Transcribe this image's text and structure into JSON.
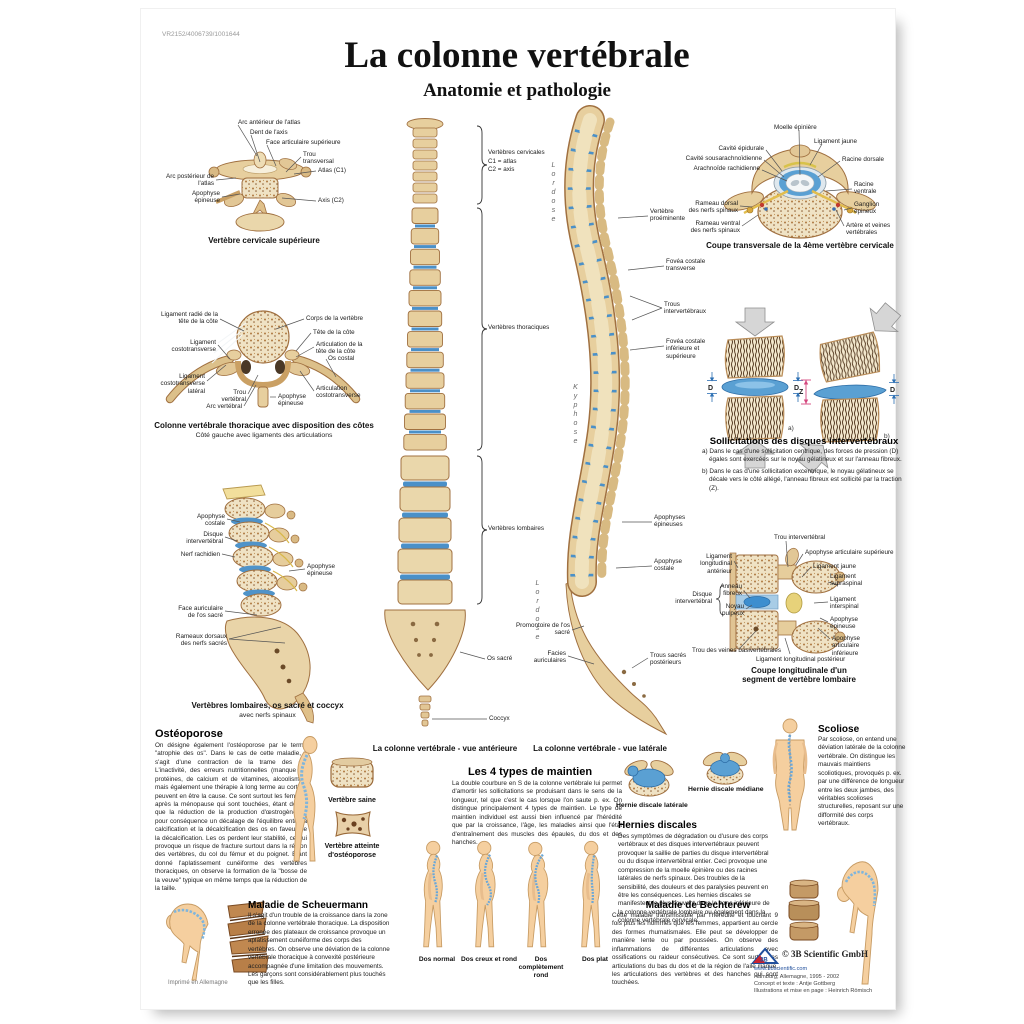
{
  "poster": {
    "code": "VR2152/4006739/1001644",
    "title": "La colonne vertébrale",
    "subtitle": "Anatomie et pathologie",
    "printed_note": "Imprimé en Allemagne"
  },
  "fig_cervical": {
    "caption": "Vertèbre cervicale supérieure",
    "labels": {
      "arc_anterieur": "Arc antérieur de l'atlas",
      "dent_axis": "Dent de l'axis",
      "face_articulaire": "Face articulaire supérieure",
      "trou_transversal": "Trou transversal",
      "atlas": "Atlas (C1)",
      "arc_posterieur": "Arc postérieur de l'atlas",
      "apophyse_epineuse": "Apophyse épineuse",
      "axis": "Axis (C2)"
    }
  },
  "fig_anterior_spine": {
    "caption": "La colonne vertébrale - vue antérieure",
    "labels": {
      "cervicales": "Vertèbres cervicales",
      "c1": "C1 = atlas",
      "c2": "C2 = axis",
      "thoraciques": "Vertèbres thoraciques",
      "lombaires": "Vertèbres lombaires",
      "os_sacre": "Os sacré",
      "coccyx": "Coccyx"
    }
  },
  "fig_lateral_spine": {
    "caption": "La colonne vertébrale - vue latérale",
    "labels": {
      "lordose_cervicale": "Lordose",
      "vertebre_proeminente": "Vertèbre proéminente",
      "fovea_transverse": "Fovéa costale transverse",
      "trous_intervertebraux": "Trous intervertébraux",
      "fovea_inf_sup": "Fovéa costale inférieure et supérieure",
      "kyphose": "Kyphose",
      "apophyses_epineuses": "Apophyses épineuses",
      "apophyse_costale": "Apophyse costale",
      "lordose_lombaire": "Lordose",
      "promontoire": "Promontoire de l'os sacré",
      "facies_auriculaire": "Facies auriculaires",
      "trous_sacres": "Trous sacrés postérieurs"
    }
  },
  "fig_cross_section": {
    "caption": "Coupe transversale de la 4ème vertèbre cervicale",
    "labels": {
      "moelle": "Moelle épinière",
      "ligament_jaune": "Ligament jaune",
      "cavite_epidurale": "Cavité épidurale",
      "cavite_sousarachnoidienne": "Cavité sousarachnoïdienne",
      "arachnoide": "Arachnoïde rachidienne",
      "racine_dorsale": "Racine dorsale",
      "racine_ventrale": "Racine ventrale",
      "ganglion": "Ganglion épineux",
      "rameau_dorsal": "Rameau dorsal des nerfs spinaux",
      "rameau_ventral": "Rameau ventral des nerfs spinaux",
      "artere_veines": "Artère et veines vertébrales"
    }
  },
  "fig_thoracic": {
    "caption": "Colonne vertébrale thoracique avec disposition des côtes",
    "subcaption": "Côté gauche avec ligaments des articulations",
    "labels": {
      "lig_radie": "Ligament radié de la tête de la côte",
      "lig_costotransverse": "Ligament costotransverse",
      "lig_costo_lateral": "Ligament costotransverse latéral",
      "trou_vertebral": "Trou vertébral",
      "arc_vertebral": "Arc vertébral",
      "corps": "Corps de la vertèbre",
      "tete_cote": "Tête de la côte",
      "articulation_tete": "Articulation de la tête de la côte",
      "os_costal": "Os costal",
      "articulation_costo": "Articulation costotransverse",
      "apophyse_epineuse": "Apophyse épineuse"
    }
  },
  "fig_discs": {
    "heading": "Sollicitations des disques intervertébraux",
    "para_a": "a) Dans le cas d'une sollicitation centrique, des forces de pression (D) égales sont exercées sur le noyau gélatineux et sur l'anneau fibreux.",
    "para_b": "b) Dans le cas d'une sollicitation excentrique, le noyau gélatineux se décale vers le côté allégé, l'anneau fibreux est sollicité par la traction (Z).",
    "marker_d": "D",
    "marker_z": "Z",
    "marker_a": "a)",
    "marker_b": "b)"
  },
  "fig_lumbar": {
    "caption": "Vertèbres lombaires, os sacré et coccyx",
    "subcaption": "avec nerfs spinaux",
    "labels": {
      "apophyse_costale": "Apophyse costale",
      "disque": "Disque intervertébral",
      "nerf_rachidien": "Nerf rachidien",
      "apophyse_epineuse": "Apophyse épineuse",
      "face_auriculaire": "Face auriculaire de l'os sacré",
      "rameaux_dorsaux": "Rameaux dorsaux des nerfs sacrés"
    }
  },
  "fig_longitudinal": {
    "caption_line1": "Coupe longitudinale d'un",
    "caption_line2": "segment de vertèbre lombaire",
    "labels": {
      "trou_intervertebral": "Trou intervertébral",
      "apophyse_art_sup": "Apophyse articulaire supérieure",
      "ligament_jaune": "Ligament jaune",
      "ligament_supraspinal": "Ligament supraspinal",
      "ligament_long_ant": "Ligament longitudinal antérieur",
      "disque": "Disque intervertébral",
      "anneau": "Anneau fibreux",
      "noyau": "Noyau pulpeux",
      "ligament_interspinal": "Ligament interspinal",
      "apophyse_epineuse": "Apophyse épineuse",
      "apophyse_art_inf": "Apophyse articulaire inférieure",
      "trou_veines": "Trou des veines basivertébrales",
      "ligament_long_post": "Ligament longitudinal postérieur"
    }
  },
  "sec_osteoporose": {
    "heading": "Ostéoporose",
    "body": "On désigne également l'ostéoporose par le terme \"atrophie des os\". Dans le cas de cette maladie, il s'agit d'une contraction de la trame des os. L'inactivité, des erreurs nutritionnelles (manque de protéines, de calcium et de vitamines, alcoolisme), mais également une thérapie à long terme au cortisol peuvent en être la cause. Ce sont surtout les femmes après la ménopause qui sont touchées, étant donné que la réduction de la production d'œstrogènes a pour conséquence un décalage de l'équilibre entre la calcification et la décalcification des os en faveur de la décalcification. Les os perdent leur stabilité, ce qui provoque un risque de fracture surtout dans la région des vertèbres, du col du fémur et du poignet. Étant donné l'aplatissement cunéiforme des vertèbres thoraciques, on observe la formation de la \"bosse de la veuve\" typique en même temps que la réduction de la taille.",
    "healthy_caption": "Vertèbre saine",
    "osteo_caption": "Vertèbre atteinte d'ostéoporose"
  },
  "sec_scheuermann": {
    "heading": "Maladie de Scheuermann",
    "body": "Il s'agit d'un trouble de la croissance dans la zone de la colonne vertébrale thoracique. La disposition erronée des plateaux de croissance provoque un aplatissement cunéiforme des corps des vertèbres. On observe une déviation de la colonne vertébrale thoracique à convexité postérieure accompagnée d'une limitation des mouvements. Les garçons sont considérablement plus touchés que les filles."
  },
  "sec_maintien": {
    "heading": "Les 4 types de maintien",
    "body": "La double courbure en S de la colonne vertébrale lui permet d'amortir les sollicitations se produisant dans le sens de la longueur, tel que c'est le cas lorsque l'on saute p. ex. On distingue principalement 4 types de maintien. Le type de maintien individuel est aussi bien influencé par l'hérédité que par la croissance, l'âge, les maladies ainsi que l'état d'entraînement des muscles des épaules, du dos et des hanches.",
    "captions": [
      "Dos normal",
      "Dos creux et rond",
      "Dos complètement rond",
      "Dos plat"
    ]
  },
  "sec_hernies": {
    "heading": "Hernies discales",
    "lateral_caption": "Hernie discale latérale",
    "median_caption": "Hernie discale médiane",
    "body": "Des symptômes de dégradation ou d'usure des corps vertébraux et des disques intervertébraux peuvent provoquer la saillie de parties du disque intervertébral ou du disque intervertébral entier. Ceci provoque une compression de la moelle épinière ou des racines latérales de nerfs spinaux. Des troubles de la sensibilité, des douleurs et des paralysies peuvent en être les conséquences. Les hernies discales se manifestent le plus souvent dans la zone inférieure de la colonne vertébrale lombaire ou également dans la colonne vertébrale cervicale."
  },
  "sec_bechterew": {
    "heading": "Maladie de Bechterew",
    "body": "Cette maladie transmissible par l'hérédité et touchant 9 fois plus les hommes que les femmes, appartient au cercle des formes rhumatismales. Elle peut se développer de manière lente ou par poussées. On observe des inflammations de différentes articulations avec ossifications ou raideur consécutives. Ce sont surtout les articulations du bas du dos et de la région de l'aile iliaque, les articulations des vertèbres et des hanches qui sont touchées."
  },
  "sec_scoliose": {
    "heading": "Scoliose",
    "body": "Par scoliose, on entend une déviation latérale de la colonne vertébrale. On distingue les mauvais maintiens scoliotiques, provoqués p. ex. par une différence de longueur entre les deux jambes, des véritables scolioses structurelles, reposant sur une difformité des corps vertébraux."
  },
  "footer": {
    "copyright": "© 3B Scientific GmbH",
    "website": "www.3bscientific.com",
    "line1": "Hamburg, Allemagne, 1995 - 2002",
    "line2": "Concept et texte : Antje Gottberg",
    "line3": "Illustrations et mise en page : Heinrich Römisch"
  }
}
